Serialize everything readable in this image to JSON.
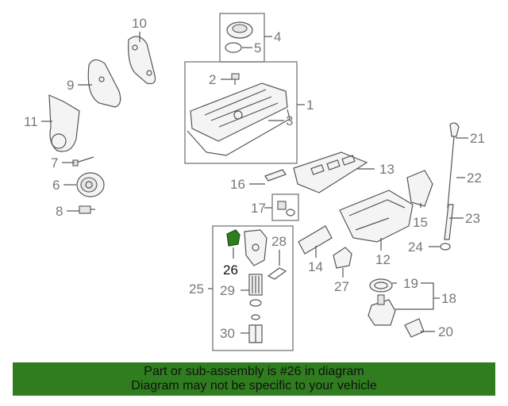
{
  "callouts": {
    "c1": "1",
    "c2": "2",
    "c3": "3",
    "c4": "4",
    "c5": "5",
    "c6": "6",
    "c7": "7",
    "c8": "8",
    "c9": "9",
    "c10": "10",
    "c11": "11",
    "c12": "12",
    "c13": "13",
    "c14": "14",
    "c15": "15",
    "c16": "16",
    "c17": "17",
    "c18": "18",
    "c19": "19",
    "c20": "20",
    "c21": "21",
    "c22": "22",
    "c23": "23",
    "c24": "24",
    "c25": "25",
    "c26": "26",
    "c27": "27",
    "c28": "28",
    "c29": "29",
    "c30": "30"
  },
  "highlight": {
    "part_number": "26",
    "color": "#2f7d1f"
  },
  "banner": {
    "line1": "Part or sub-assembly is #26 in diagram",
    "line2": "Diagram may not be specific to your vehicle",
    "background": "#2f7d1f"
  }
}
